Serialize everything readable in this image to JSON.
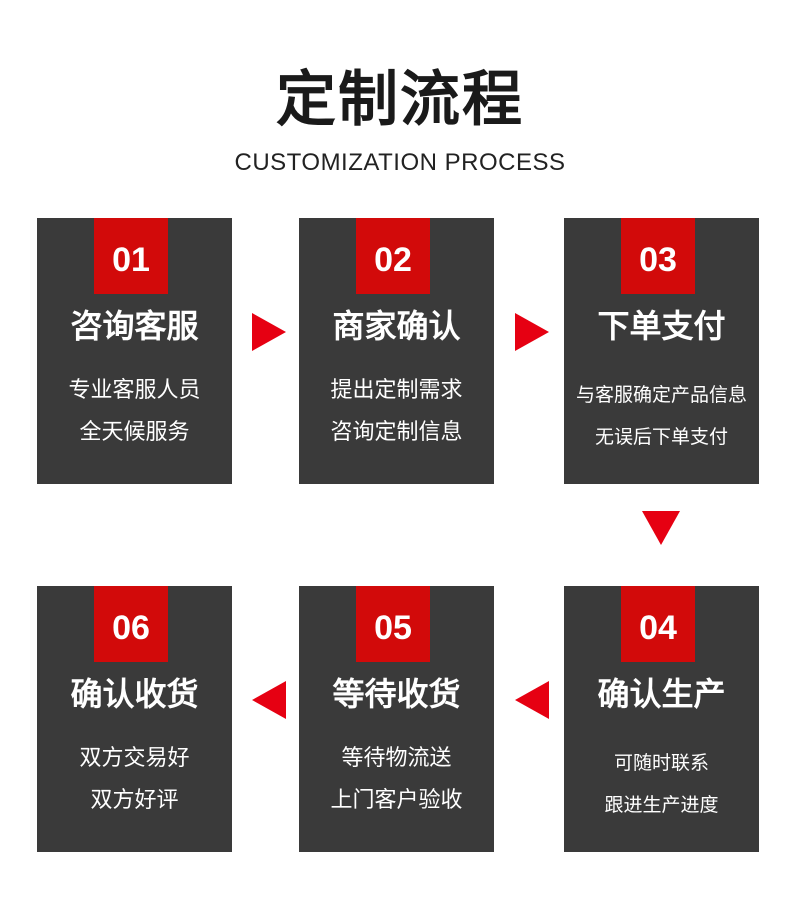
{
  "header": {
    "title": "定制流程",
    "subtitle": "CUSTOMIZATION PROCESS"
  },
  "accent_color": "#d20a0a",
  "card_color": "#3a3a3a",
  "steps": [
    {
      "number": "01",
      "title": "咨询客服",
      "lines": [
        "专业客服人员",
        "全天候服务"
      ]
    },
    {
      "number": "02",
      "title": "商家确认",
      "lines": [
        "提出定制需求",
        "咨询定制信息"
      ]
    },
    {
      "number": "03",
      "title": "下单支付",
      "lines": [
        "与客服确定产品信息",
        "无误后下单支付"
      ]
    },
    {
      "number": "04",
      "title": "确认生产",
      "lines": [
        "可随时联系",
        "跟进生产进度"
      ]
    },
    {
      "number": "05",
      "title": "等待收货",
      "lines": [
        "等待物流送",
        "上门客户验收"
      ]
    },
    {
      "number": "06",
      "title": "确认收货",
      "lines": [
        "双方交易好",
        "双方好评"
      ]
    }
  ]
}
